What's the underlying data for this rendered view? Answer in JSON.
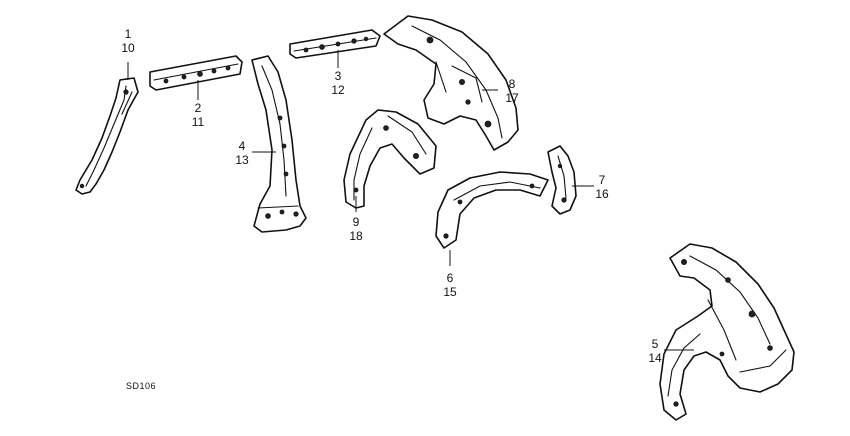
{
  "callouts": [
    {
      "id": "c1",
      "top": "1",
      "bottom": "10"
    },
    {
      "id": "c2",
      "top": "2",
      "bottom": "11"
    },
    {
      "id": "c3",
      "top": "3",
      "bottom": "12"
    },
    {
      "id": "c4",
      "top": "4",
      "bottom": "13"
    },
    {
      "id": "c5",
      "top": "5",
      "bottom": "14"
    },
    {
      "id": "c6",
      "top": "6",
      "bottom": "15"
    },
    {
      "id": "c7",
      "top": "7",
      "bottom": "16"
    },
    {
      "id": "c8",
      "top": "8",
      "bottom": "17"
    },
    {
      "id": "c9",
      "top": "9",
      "bottom": "18"
    }
  ],
  "diagram_code": "SD106"
}
